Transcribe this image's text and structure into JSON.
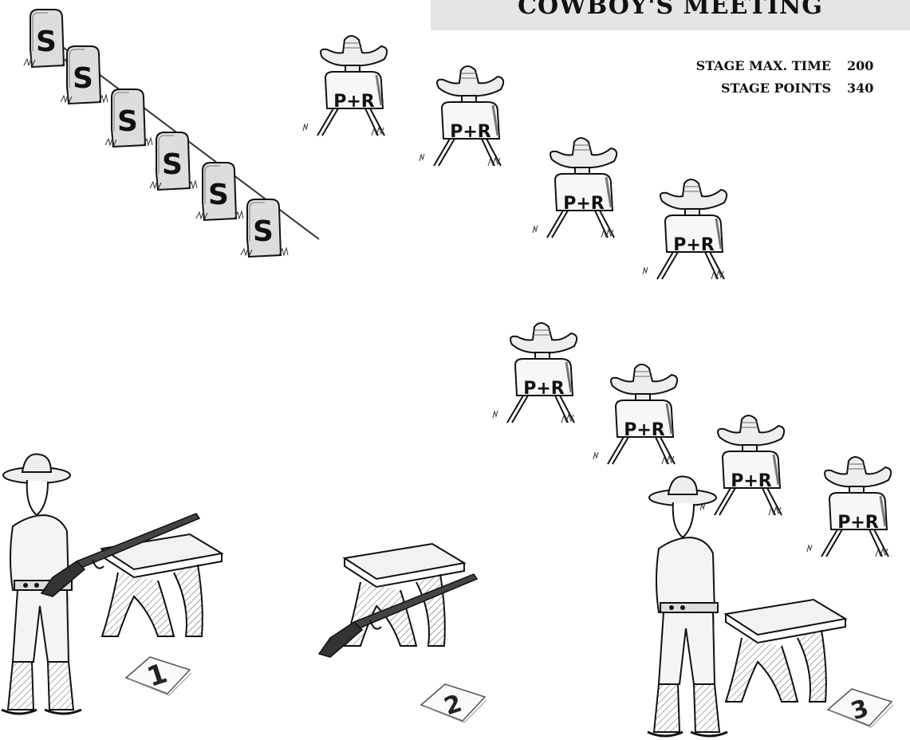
{
  "header": {
    "title": "COWBOY'S MEETING"
  },
  "stage_info": [
    {
      "label": "STAGE MAX. TIME",
      "value": "200"
    },
    {
      "label": "STAGE POINTS",
      "value": "340"
    }
  ],
  "steel_targets": {
    "label": "S",
    "count": 6
  },
  "pr_targets": {
    "label": "P+R",
    "count": 8
  },
  "positions": [
    {
      "number": "1"
    },
    {
      "number": "2"
    },
    {
      "number": "3"
    }
  ]
}
